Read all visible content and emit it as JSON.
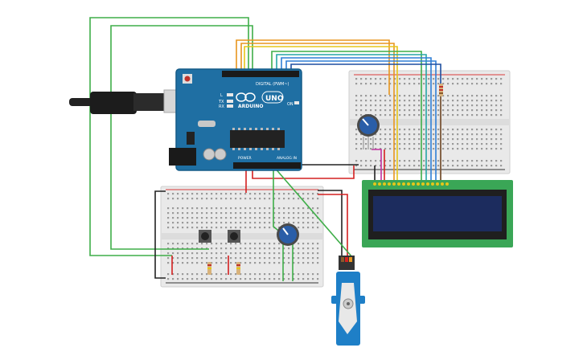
{
  "arduino": {
    "brand": "ARDUINO",
    "model": "UNO",
    "digital_label": "DIGITAL (PWM~)",
    "power_label": "POWER",
    "analog_label": "ANALOG IN",
    "led_l": "L",
    "led_tx": "TX",
    "led_rx": "RX",
    "on_label": "ON"
  },
  "colors": {
    "board": "#1f6fa3",
    "board_dark": "#155b87",
    "breadboard": "#e9e9e9",
    "rail_red": "#d93a3a",
    "rail_black": "#333333",
    "lcd_pcb": "#3aa656",
    "lcd_screen": "#1c2c5e",
    "servo": "#1e7fc7",
    "pot": "#2a5ea8",
    "wire_green": "#3fae49",
    "wire_orange": "#e8961e",
    "wire_yellow": "#e6c619",
    "wire_blue": "#2f7fd6",
    "wire_teal": "#26a6a6",
    "wire_red": "#d42020",
    "wire_black": "#222222",
    "wire_brown": "#8a5a2b"
  }
}
